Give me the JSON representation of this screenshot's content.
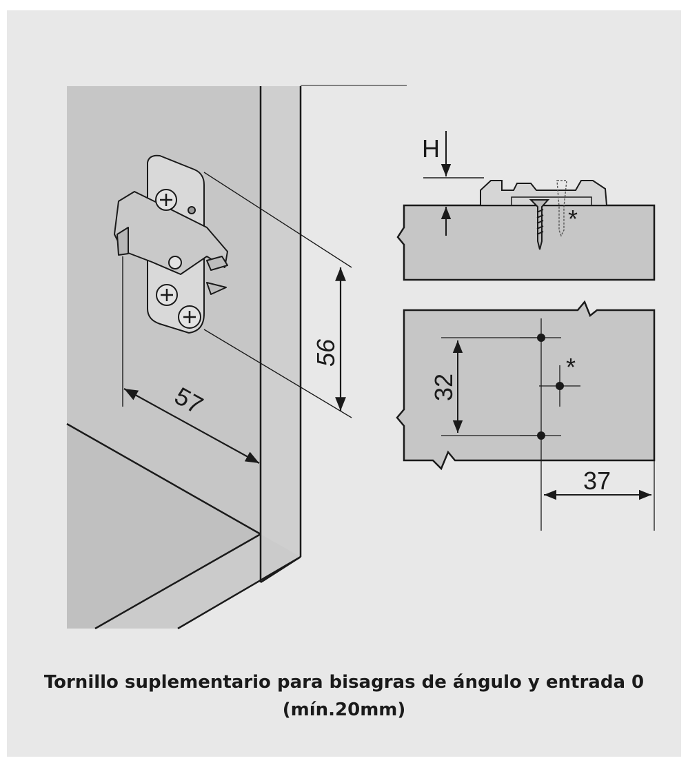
{
  "dimensions": {
    "plate_width": "57",
    "plate_height": "56",
    "height_label": "H",
    "hole_spacing": "32",
    "edge_distance": "37",
    "extra_screw_mark": "*"
  },
  "caption": {
    "line1": "Tornillo suplementario para bisagras de ángulo y entrada 0",
    "line2": "(mín.20mm)"
  },
  "colors": {
    "background": "#e8e8e8",
    "panel_face": "#c8c8c8",
    "line": "#1a1a1a",
    "metal": "#d6d6d6"
  }
}
